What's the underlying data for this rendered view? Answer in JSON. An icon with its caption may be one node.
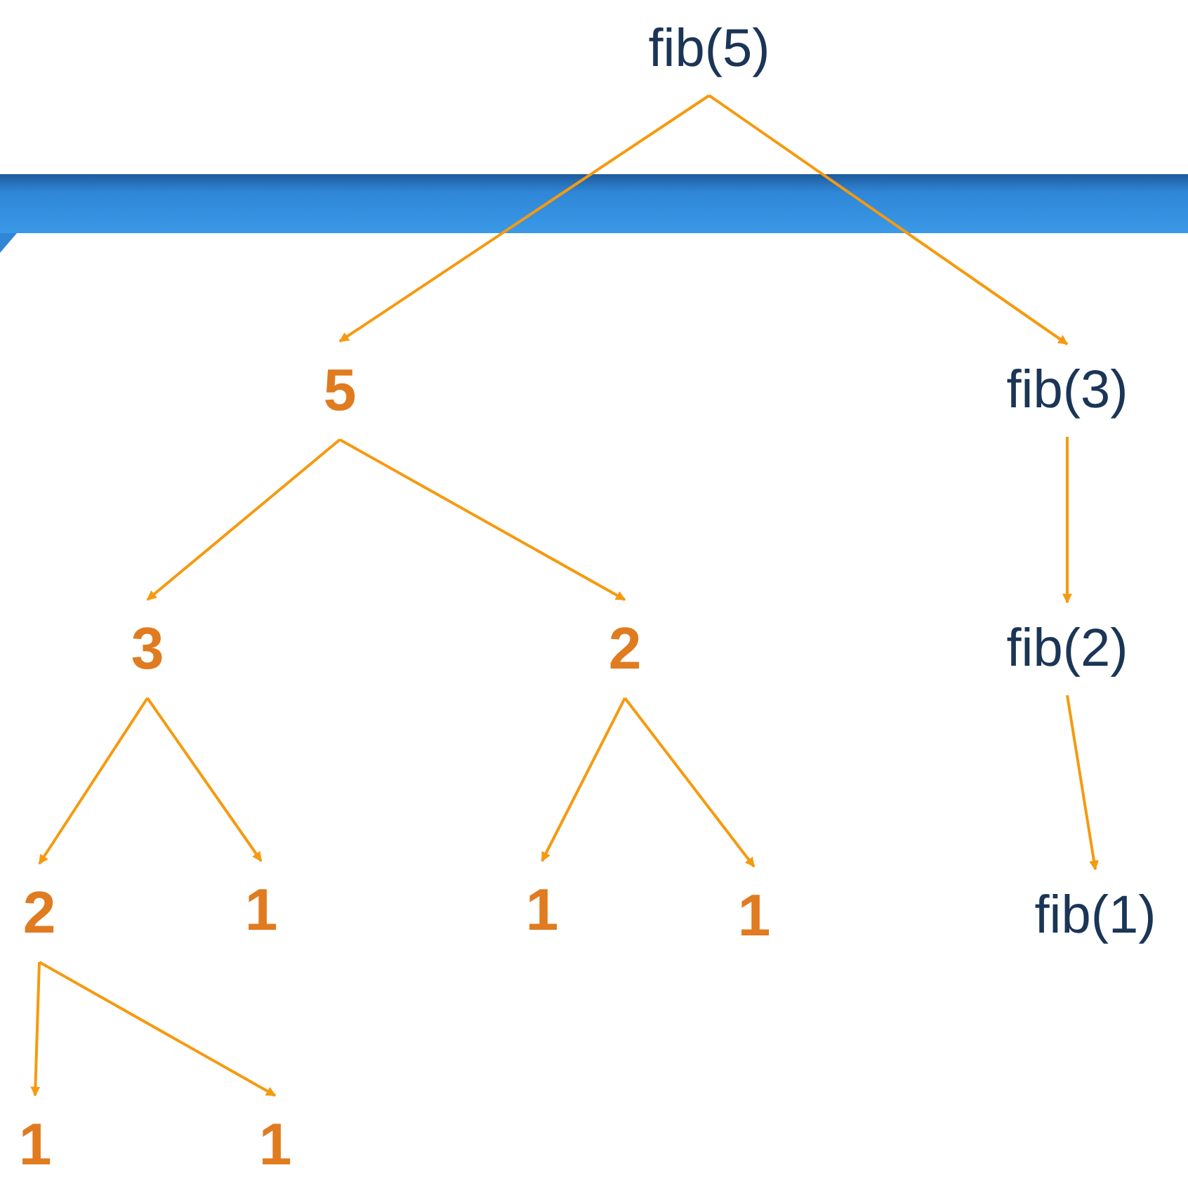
{
  "diagram": {
    "nodes": [
      {
        "text": [
          "fib(5)"
        ]
      },
      {
        "text": [
          "5"
        ]
      },
      {
        "text": [
          "fib(3)"
        ]
      },
      {
        "text": [
          "3"
        ]
      },
      {
        "text": [
          "2"
        ]
      },
      {
        "text": [
          "fib(2)"
        ]
      },
      {
        "text": [
          "2"
        ]
      },
      {
        "text": [
          "1"
        ]
      },
      {
        "text": [
          "1"
        ]
      },
      {
        "text": [
          "1"
        ]
      },
      {
        "text": [
          "fib(1)"
        ]
      },
      {
        "text": [
          "1"
        ]
      },
      {
        "text": [
          "1"
        ]
      }
    ],
    "edges": [
      {
        "from": 0,
        "to": 1,
        "arrow": "to"
      },
      {
        "from": 0,
        "to": 2,
        "arrow": "to"
      },
      {
        "from": 1,
        "to": 3,
        "arrow": "to"
      },
      {
        "from": 1,
        "to": 4,
        "arrow": "to"
      },
      {
        "from": 2,
        "to": 5,
        "arrow": "to"
      },
      {
        "from": 3,
        "to": 6,
        "arrow": "to"
      },
      {
        "from": 3,
        "to": 7,
        "arrow": "to"
      },
      {
        "from": 4,
        "to": 8,
        "arrow": "to"
      },
      {
        "from": 4,
        "to": 9,
        "arrow": "to"
      },
      {
        "from": 5,
        "to": 10,
        "arrow": "to"
      },
      {
        "from": 6,
        "to": 11,
        "arrow": "to"
      },
      {
        "from": 6,
        "to": 12,
        "arrow": "to"
      }
    ]
  }
}
